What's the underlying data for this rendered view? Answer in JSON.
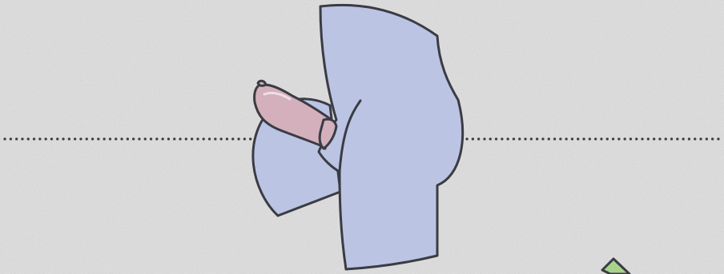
{
  "scene": {
    "background_color": "#e3e3e3",
    "guide_line_color": "#3a3c44",
    "guide_line_style": "dotted",
    "figure_fill_color": "#bcc4e4",
    "figure_outline_color": "#3a3c44",
    "sheath_fill_color": "#d3b0bc",
    "item_fill_color": "#a7d48a",
    "items": [
      {
        "name": "figure",
        "icon": "hips-figure-icon"
      },
      {
        "name": "condom",
        "icon": "condom-icon"
      },
      {
        "name": "wrapper",
        "icon": "green-wrapper-icon"
      }
    ]
  }
}
